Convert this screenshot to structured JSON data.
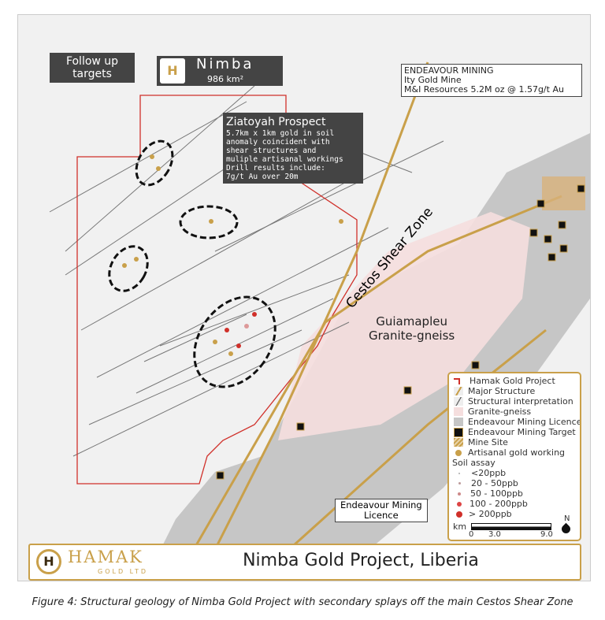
{
  "project_box": {
    "name": "Nimba",
    "area": "986 km²"
  },
  "followup_box": {
    "text": "Follow up targets"
  },
  "ziatoyah": {
    "title": "Ziatoyah Prospect",
    "lines": [
      "5.7km x 1km gold in soil",
      "anomaly coincident with",
      "shear structures and",
      "muliple artisanal workings",
      "Drill results include:",
      "7g/t Au over 20m"
    ]
  },
  "endeavour_box": {
    "title": "ENDEAVOUR MINING",
    "lines": [
      "Ity Gold Mine",
      "M&I Resources 5.2M oz @ 1.57g/t Au"
    ]
  },
  "map_labels": {
    "shear_zone": "Cestos Shear Zone",
    "granite_1": "Guiamapleu",
    "granite_2": "Granite-gneiss",
    "licence_1": "Endeavour Mining",
    "licence_2": "Licence"
  },
  "legend": {
    "items": [
      "Hamak Gold Project",
      "Major Structure",
      "Structural interpretation",
      "Granite-gneiss",
      "Endeavour Mining Licence",
      "Endeavour Mining Target",
      "Mine Site",
      "Artisanal gold working"
    ],
    "soil_title": "Soil assay",
    "soil_items": [
      "<20ppb",
      "20 - 50ppb",
      "50 - 100ppb",
      "100 - 200ppb",
      "> 200ppb"
    ],
    "scale_unit": "km",
    "scale_ticks": [
      "0",
      "3.0",
      "9.0"
    ],
    "north": "N"
  },
  "title_bar": {
    "logo_name": "HAMAK",
    "logo_sub": "GOLD LTD",
    "title": "Nimba Gold Project, Liberia"
  },
  "caption": "Figure 4:  Structural geology of Nimba Gold Project with secondary splays off the main Cestos Shear Zone",
  "colors": {
    "gold": "#c9a04a",
    "red": "#d0302a",
    "dark": "#444444",
    "licence": "#c8c8c8",
    "granite": "#f5dede"
  }
}
